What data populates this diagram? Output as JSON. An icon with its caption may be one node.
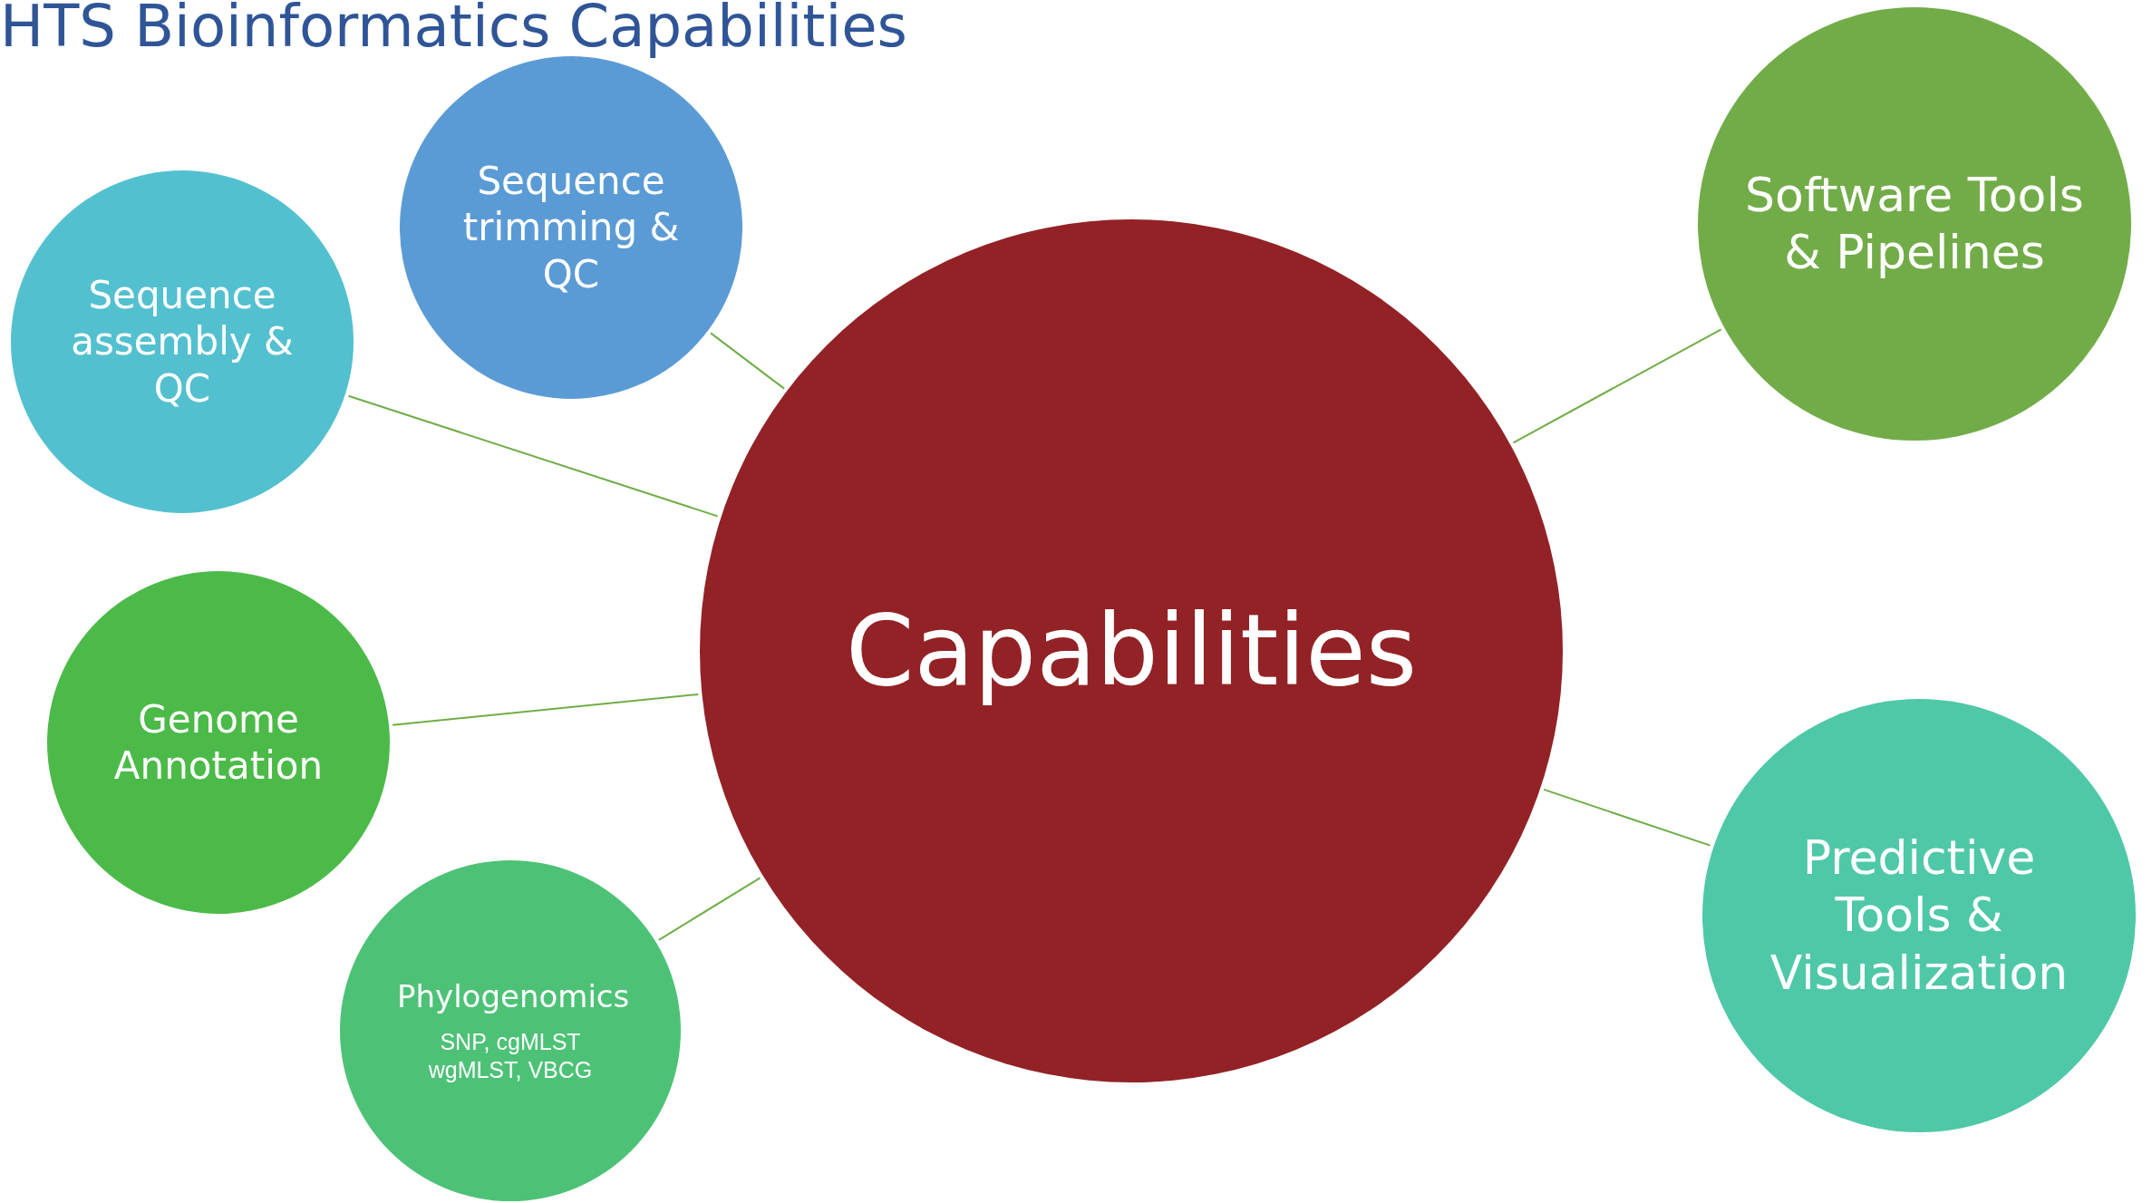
{
  "diagram": {
    "title": "HTS Bioinformatics Capabilities",
    "nodes": [
      {
        "text": [
          "Capabilities"
        ]
      },
      {
        "text": [
          "Sequence trimming & QC"
        ]
      },
      {
        "text": [
          "Sequence assembly & QC"
        ]
      },
      {
        "text": [
          "Genome Annotation"
        ]
      },
      {
        "text": [
          "Phylogenomics",
          "SNP, cgMLST wgMLST, VBCG"
        ]
      },
      {
        "text": [
          "Software Tools & Pipelines"
        ]
      },
      {
        "text": [
          "Predictive Tools & Visualization"
        ]
      }
    ],
    "edges": [
      {
        "from": 0,
        "to": 1,
        "arrow": "none"
      },
      {
        "from": 0,
        "to": 2,
        "arrow": "none"
      },
      {
        "from": 0,
        "to": 3,
        "arrow": "none"
      },
      {
        "from": 0,
        "to": 4,
        "arrow": "none"
      },
      {
        "from": 0,
        "to": 5,
        "arrow": "none"
      },
      {
        "from": 0,
        "to": 6,
        "arrow": "none"
      }
    ]
  }
}
